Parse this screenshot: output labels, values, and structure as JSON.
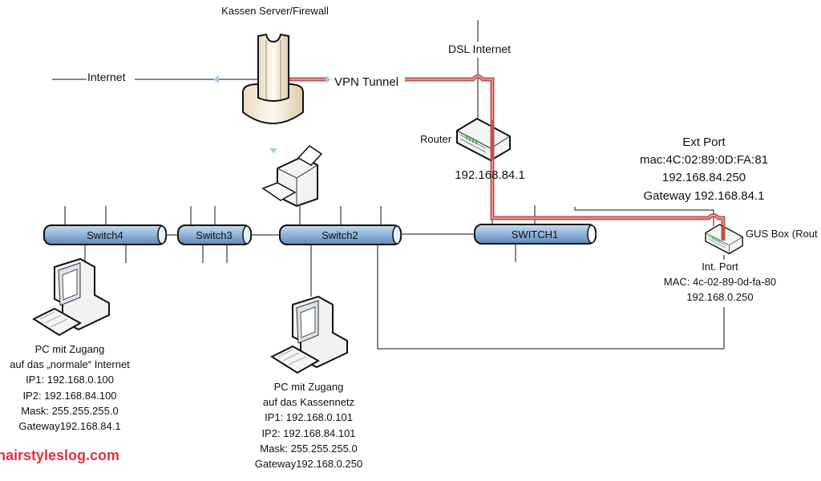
{
  "colors": {
    "tunnel": "#c0504d",
    "switch_fill": "#8fb3d9",
    "watermark": "#d9363e",
    "arrow": "#9ccbe8"
  },
  "server": {
    "label": "Kassen Server/Firewall",
    "icon": "server-tower-icon"
  },
  "internet": {
    "label": "Internet"
  },
  "vpn": {
    "label": "VPN Tunnel"
  },
  "dsl": {
    "label": "DSL Internet"
  },
  "router": {
    "label": "Router",
    "ip": "192.168.84.1",
    "icon": "router-icon"
  },
  "ext_port": {
    "lines": [
      "Ext Port",
      "mac:4C:02:89:0D:FA:81",
      "192.168.84.250",
      "Gateway 192.168.84.1"
    ]
  },
  "gus_box": {
    "label": "GUS Box (Rout",
    "icon": "router-icon"
  },
  "int_port": {
    "lines": [
      "Int. Port",
      "MAC: 4c-02-89-0d-fa-80",
      "192.168.0.250"
    ]
  },
  "switches": [
    {
      "label": "Switch4"
    },
    {
      "label": "Switch3"
    },
    {
      "label": "Switch2"
    },
    {
      "label": "SWITCH1"
    }
  ],
  "printer": {
    "icon": "printer-icon"
  },
  "pc1": {
    "icon": "desktop-pc-icon",
    "lines": [
      "PC mit Zugang",
      "auf das „normale“ Internet",
      "IP1: 192.168.0.100",
      "IP2: 192.168.84.100",
      "Mask: 255.255.255.0",
      "Gateway192.168.84.1"
    ]
  },
  "pc2": {
    "icon": "desktop-pc-icon",
    "lines": [
      "PC mit Zugang",
      "auf das Kassennetz",
      "IP1: 192.168.0.101",
      "IP2: 192.168.84.101",
      "Mask: 255.255.255.0",
      "Gateway192.168.0.250"
    ]
  },
  "watermark": "hairstyleslog.com"
}
